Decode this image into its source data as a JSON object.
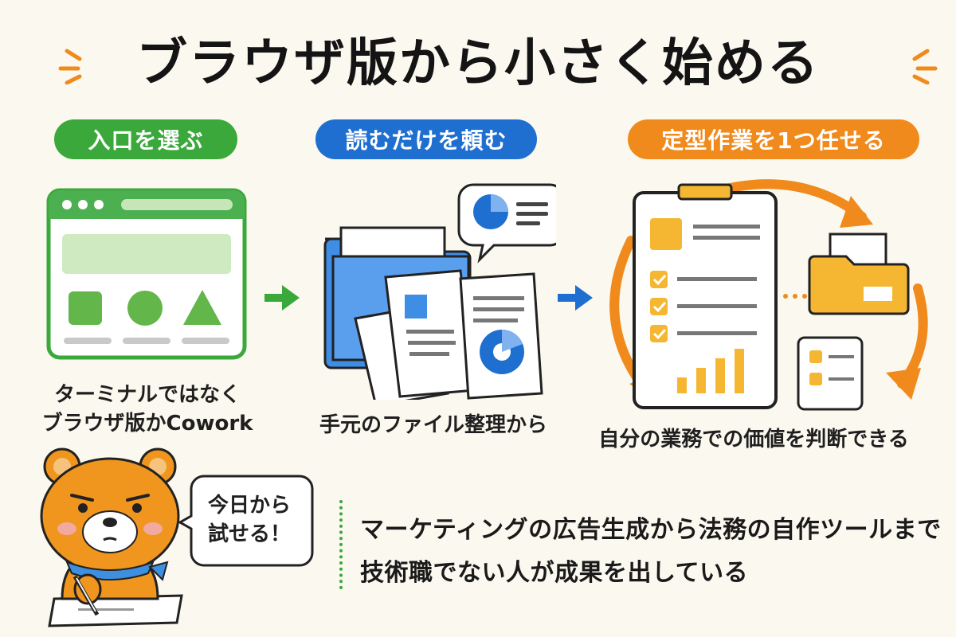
{
  "title": "ブラウザ版から小さく始める",
  "colors": {
    "green": "#3aa83a",
    "blue": "#1f6fd1",
    "orange": "#f08a1d",
    "yellow": "#f5b731",
    "background": "#fbf8ef"
  },
  "steps": [
    {
      "label": "入口を選ぶ",
      "caption_lines": [
        "ターミナルではなく",
        "ブラウザ版かCowork"
      ],
      "icon": "browser-window-icon"
    },
    {
      "label": "読むだけを頼む",
      "caption_lines": [
        "手元のファイル整理から"
      ],
      "icon": "folder-documents-icon"
    },
    {
      "label": "定型作業を1つ任せる",
      "caption_lines": [
        "自分の業務での価値を判断できる"
      ],
      "icon": "checklist-cycle-icon"
    }
  ],
  "mascot": {
    "icon": "bear-mascot-icon",
    "speech_lines": [
      "今日から",
      "試せる！"
    ]
  },
  "notes": [
    "マーケティングの広告生成から法務の自作ツールまで",
    "技術職でない人が成果を出している"
  ]
}
